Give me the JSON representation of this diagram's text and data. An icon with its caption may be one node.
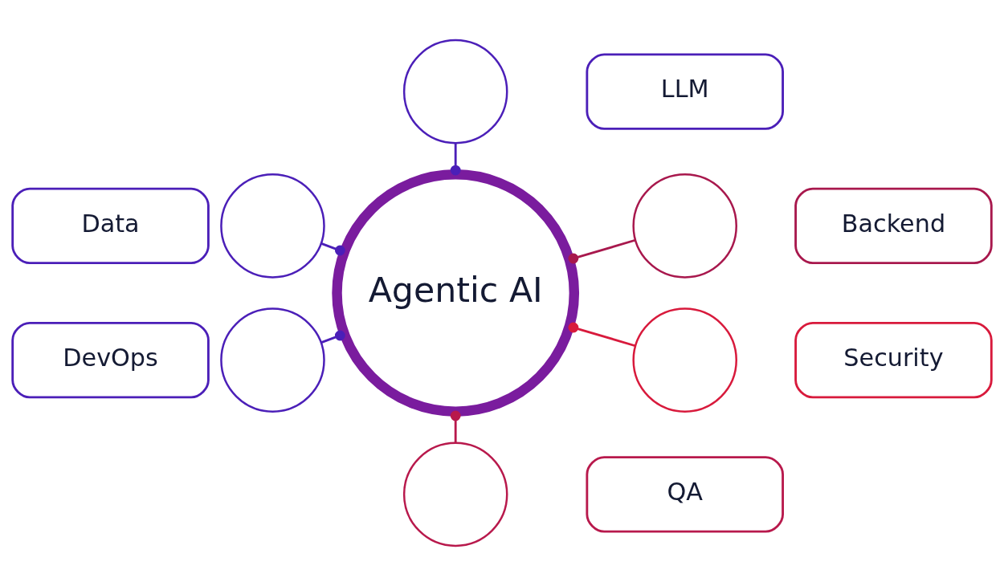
{
  "diagram": {
    "nodes": [
      {
        "text": [],
        "shape": "circle"
      },
      {
        "text": [
          "LLM"
        ]
      },
      {
        "text": [
          "Data"
        ]
      },
      {
        "text": [],
        "shape": "circle"
      },
      {
        "text": [],
        "shape": "circle"
      },
      {
        "text": [
          "Backend"
        ]
      },
      {
        "text": [
          "Agentic AI"
        ]
      },
      {
        "text": [
          "DevOps"
        ]
      },
      {
        "text": [],
        "shape": "circle"
      },
      {
        "text": [],
        "shape": "circle"
      },
      {
        "text": [
          "Security"
        ]
      },
      {
        "text": [],
        "shape": "circle"
      },
      {
        "text": [
          "QA"
        ]
      }
    ],
    "edges": [
      {
        "from": 0,
        "to": 6,
        "arrow": "other"
      },
      {
        "from": 3,
        "to": 6,
        "arrow": "other"
      },
      {
        "from": 6,
        "to": 4,
        "arrow": "other",
        "color": "#a8184d"
      },
      {
        "from": 8,
        "to": 6,
        "arrow": "other"
      },
      {
        "from": 6,
        "to": 9,
        "arrow": "other",
        "color": "#d81a3c"
      },
      {
        "from": 6,
        "to": 11,
        "arrow": "other",
        "color": "#b8194c"
      }
    ]
  }
}
